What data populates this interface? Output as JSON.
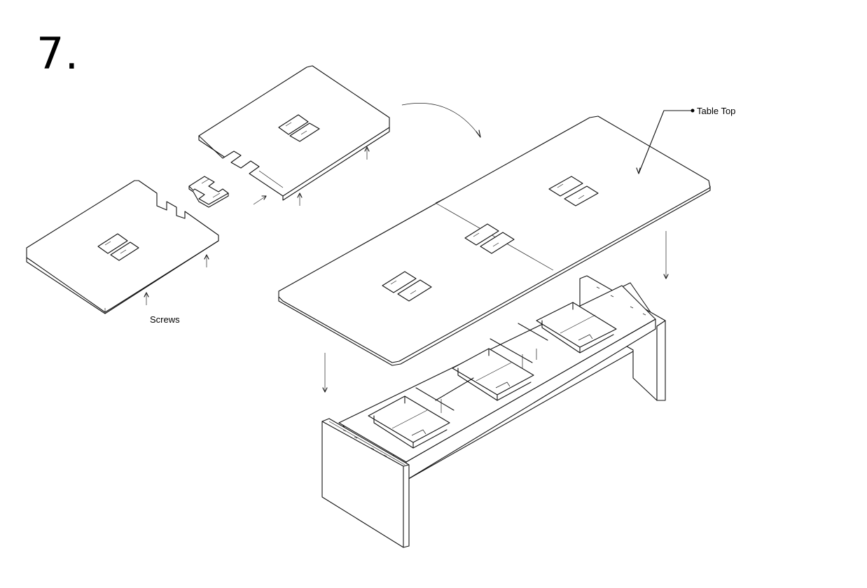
{
  "step": {
    "number": "7."
  },
  "labels": {
    "table_top": "Table Top",
    "screws": "Screws"
  }
}
